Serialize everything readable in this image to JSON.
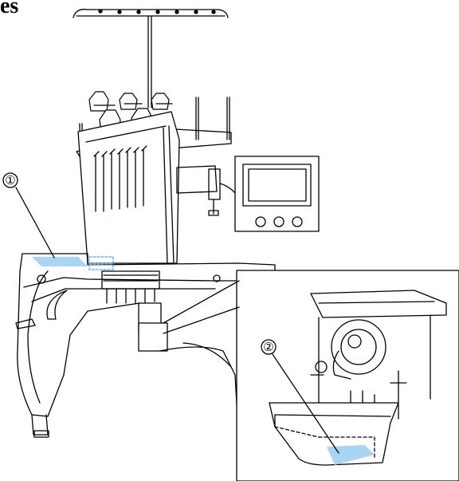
{
  "header": {
    "title": "es"
  },
  "callouts": [
    {
      "label": "①"
    },
    {
      "label": "②"
    }
  ],
  "colors": {
    "line": "#000000",
    "highlight": "#a9d4f2",
    "highlight_dash": "#5aa7dd",
    "background": "#ffffff"
  }
}
